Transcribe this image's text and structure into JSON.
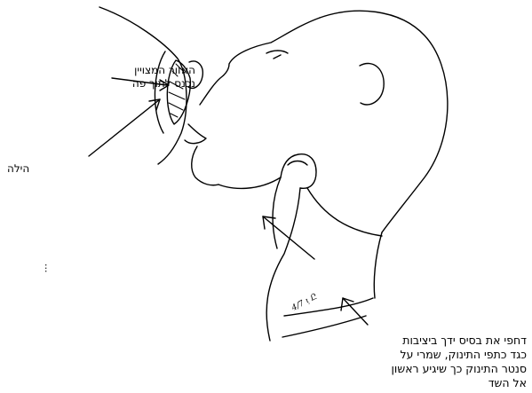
{
  "labels": {
    "area_line1": "האזור המצויין",
    "area_line2": "נכנס לתוך פה",
    "areola": "הילה",
    "instruction_line1": "דחפי את בסיס ידך ביציבות",
    "instruction_line2": "כגד כתפי התינוק, שמרי על",
    "instruction_line3": "סנטר התינוק כך שיגיע ראשון",
    "instruction_line4": "אל השד",
    "handwritten": "4/7 ɩ̣ Ը",
    "dots": "..."
  },
  "colors": {
    "ink": "#000000",
    "background": "#ffffff"
  }
}
